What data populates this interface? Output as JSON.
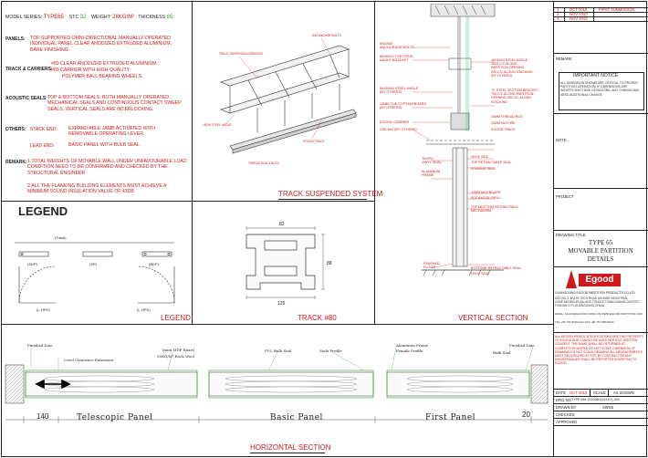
{
  "specs": {
    "model_series_label": "MODEL SERIES:",
    "model_series_value": "TYPE65",
    "stc_label": "STC",
    "stc_value": "32",
    "weight_label": "WEIGHT:",
    "weight_value": "28KG/M²",
    "thickness_label": "THICKNESS",
    "thickness_value": "65",
    "panels_label": "PANELS:",
    "panels_text": "TOP SUPPORTED OMNI-DIRECTIONAL MANUALLY-OPERATED INDIVIDUAL PANEL CLEAR ANODIZED EXTRUDED ALUMINIUM, BARE FINISHING.",
    "track_label": "TRACK & CARRIERS:",
    "track_lines": [
      "#80 CLEAR ANODIZED EXTRUDED ALUMINIUM",
      "#80 CARRIER WITH HIGH QUALITY",
      "POLYMER BALL BEARING WHEELS."
    ],
    "acoustic_label": "ACOUSTIC SEALS:",
    "acoustic_text": "TOP & BOTTOM SEALS: BOTH MANUALLY OPERATED MECHANICAL SEALS AND CONTINUOUS CONTACT SWEEP SEALS. VERTICAL SEALS ARE INTERLOCKING.",
    "others_label": "OTHERS:",
    "stack_end_label": "STACK END:",
    "stack_end_text": "EXPAND ABLE JAMB ACTIVATED WITH REMOVABLE OPERATING LEVER.",
    "lead_end_label": "LEAD END:",
    "lead_end_text": "BASIC PANEL WITH BULB SEAL",
    "remark_label": "REMARK:",
    "remark_1": "1.TOTAL WEIGHTS OF MOVABLE WALL UNDER UNFAVOURABLE LOAD CONDITION NEED TO BE CONFIRMED AND CHECKED BY THE STRUCTURAL ENGINEER",
    "remark_2": "2.ALL THE FLANKING BUILDING ELEMENTS MUST ACHIEVE A MINIMUM SOUND INSULATION VALUE OF 43DB"
  },
  "track_suspended": {
    "title": "TRACK SUSPENDED SYSTEM"
  },
  "legend": {
    "heading": "LEGEND",
    "title": "LEGEND",
    "track_label": "(Track)",
    "sp_labels": [
      "(SDP)",
      "(SP)",
      "(BDP)"
    ],
    "lhpd_labels": [
      "(L-HPD)",
      "(L-HPD)"
    ]
  },
  "track80": {
    "title": "TRACK #80",
    "dim_top": "82",
    "dim_side": "88",
    "dim_bottom": "125"
  },
  "vertical_section": {
    "title": "VERTICAL SECTION",
    "left_labels": [
      "M10X80\nANCHORAGE BOLTS",
      "60X60X4 TOP STEEL\nANGLE BRACKET",
      "50X50X5 STEEL ANGLE\n(BY OTHERS)",
      "12MM THK GYPSUM BOARD\n(BY OTHERS)",
      "EGOOD CARRIER",
      "CEILING (BY OTHERS)",
      "TAOPO\nVINYL SEAL",
      "ALUMINUM\nFRAME",
      "FINISHED\nFLOOR"
    ],
    "right_labels": [
      "40X40X4 STEEL ANGLE\n1000 C/C ALONG\nPARTITION OPENING\n600 C/C ALONG STACKING\n(BY OTHERS)",
      "\"Z\" STEEL SECTION BRACKET,\n750 C/C ALONG PARTITION\nOPENING,250 C/C ALONG\nSTACKING",
      "10MM THREAD ROD",
      "10MM NUT+WE",
      "EGOOD TRACK",
      "VINYL SEA",
      "TOP RETRACTABLE SEAL",
      "SOARING SEAT",
      "12MM MDF BOARD",
      "ROCKWOOL INFILL",
      "TOP&BOTTOM RETRACTABLE\nMECHANISM",
      "BOTTOME RETRACTABLE SEAL",
      "VINYL SEAL"
    ]
  },
  "horizontal": {
    "title": "HORIZONTAL SECTION",
    "callouts": [
      "Finished Line",
      "Level Clearance Extension",
      "6mm MDF Board",
      "50KG/M³ Rock Wool",
      "PVC Bulb Seal",
      "Male Profile",
      "Aluminum Frame",
      "Female Profile",
      "Finished Line",
      "Bulb Seal"
    ],
    "dims": [
      "140",
      "20"
    ],
    "panel_labels": [
      "Telescopic Panel",
      "Basic Panel",
      "First Panel"
    ]
  },
  "titleblock": {
    "revisions": [
      {
        "no": "1",
        "date": "OCT 2010",
        "desc": "FIRST SUBMISSION"
      },
      {
        "no": "2",
        "date": "NOV 2010",
        "desc": ""
      },
      {
        "no": "3",
        "date": "NOV 2010",
        "desc": ""
      }
    ],
    "remark": "REMARK",
    "notice_title": "IMPORTANT NOTICE",
    "notice_text": "ALL DIMENSION SHOWN ARE CRITICAL TO PROPER PARTITION OPERATION, IF DIMENSIONS ARE INSUFFICIENT HAVE DEVIATIONS, ANY CHANGE MAY NEED ADDITIONAL CHARGE",
    "note": "NOTE",
    "project": "PROJECT",
    "drawing_title_label": "DRAWING TITLE",
    "drawing_title_lines": [
      "TYPE 65",
      "MOVABLE PARTITION",
      "DETAILS"
    ],
    "logo": "Egood",
    "company": "GUANGDONG EGOOD PARTITION PRODUCTS CO.LTD",
    "address": "ADD:NO.3 JIFA HI-TECH ROAD SHUNDE INDUSTRIAL ZONE,NEGBOUN VILLAGE,TONGLE TOWN,NANHAI DISTRICT, FOSHAN CITY,GUANGDONG,CHINA",
    "contact": "EMAIL: SALES@EGOOD-CHINA.CN  WWW.EGOOD-PARTITION.COM",
    "tel": "TEL:+86-757-86902132 FAX:+86-757-85639229",
    "disclaimer": "ALL DESIGN,PRINTS,SPECIFICATIONS ARE THE PROPERTY OF EGOOD AND CANNOT BE USED WITHOUT WRITTEN CONSENT. THE SAME SHALL BE RETURNED AT COMPLETION.WORKS DO NOT SCALE DIMENSION OF DRAWING.DO NOT SCALE DRAWING ALL MEASUREMENTS MUST BE CHECKED AT SITE BY CONTRACTOR.ANY DISCREPANCIES SHALL BE REPORTED IN WRITING TO EGOOD",
    "date_label": "DATE",
    "date_value": "OCT 2010",
    "scale_label": "SCALE",
    "scale_value": "AS SHOWN",
    "dwg_no_label": "DRG.NO",
    "dwg_no_value": "TYPE 65# 20100801103113_001",
    "drawn_label": "DRAWN BY",
    "drawn_value": "SWSS",
    "checked_label": "CHECKED",
    "approved_label": "APPROVED"
  }
}
